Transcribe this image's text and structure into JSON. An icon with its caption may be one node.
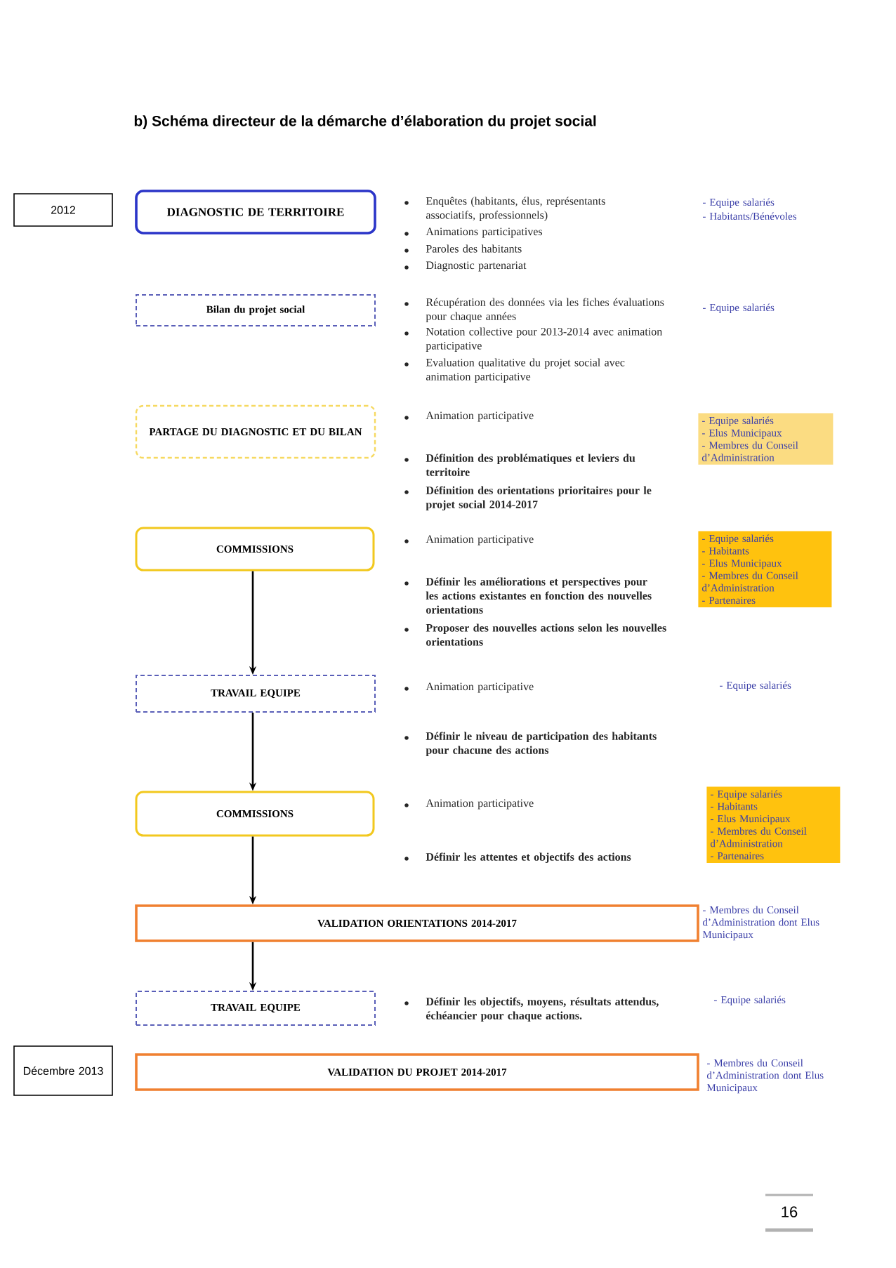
{
  "diagram": {
    "title": "b)  Schéma directeur de la démarche d’élaboration du projet social",
    "nodes": [
      {
        "text": [
          "2012"
        ]
      },
      {
        "text": [
          "DIAGNOSTIC DE TERRITOIRE"
        ],
        "beside": [
          "Enquêtes (habitants, élus, représentants associatifs, professionnels)",
          "Animations participatives",
          "Paroles des habitants",
          "Diagnostic partenariat"
        ]
      },
      {
        "text": [
          "Bilan du projet social"
        ],
        "beside": [
          "Récupération des données via les fiches évaluations pour chaque années",
          "Notation collective pour 2013-2014 avec animation participative",
          "Evaluation qualitative du projet social avec animation participative"
        ]
      },
      {
        "text": [
          "PARTAGE DU DIAGNOSTIC ET DU BILAN"
        ],
        "beside": [
          "Animation participative",
          "Définition des problématiques et leviers du territoire",
          "Définition des orientations prioritaires pour le projet social 2014-2017"
        ]
      },
      {
        "text": [
          "- Equipe salariés",
          "- Elus Municipaux",
          "- Membres du Conseil d’Administration"
        ]
      },
      {
        "text": [
          "COMMISSIONS"
        ],
        "beside": [
          "Animation participative",
          "Définir les améliorations et perspectives pour les actions existantes en fonction des nouvelles orientations",
          "Proposer des nouvelles actions selon les nouvelles orientations"
        ]
      },
      {
        "text": [
          "- Equipe salariés",
          "- Habitants",
          "- Elus Municipaux",
          "- Membres du Conseil d’Administration",
          "- Partenaires"
        ]
      },
      {
        "text": [
          "TRAVAIL EQUIPE"
        ],
        "beside": [
          "Animation participative",
          "Définir le niveau de participation des habitants pour chacune des actions"
        ]
      },
      {
        "text": [
          "COMMISSIONS"
        ],
        "beside": [
          "Animation participative",
          "Définir les attentes et objectifs des actions"
        ]
      },
      {
        "text": [
          "- Equipe salariés",
          "- Habitants",
          "- Elus Municipaux",
          "- Membres du Conseil d’Administration",
          "- Partenaires"
        ]
      },
      {
        "text": [
          "VALIDATION ORIENTATIONS 2014-2017"
        ]
      },
      {
        "text": [
          "TRAVAIL EQUIPE"
        ]
      },
      {
        "text": [
          "Décembre 2013"
        ]
      },
      {
        "text": [
          "VALIDATION DU PROJET 2014-2017"
        ]
      }
    ],
    "edges": [
      {
        "from": 5,
        "to": 7,
        "arrow": "to"
      },
      {
        "from": 7,
        "to": 8,
        "arrow": "to"
      },
      {
        "from": 8,
        "to": 10,
        "arrow": "to"
      },
      {
        "from": 10,
        "to": 11,
        "arrow": "to"
      }
    ],
    "labels": [
      "- Equipe salariés",
      "- Habitants/Bénévoles",
      "- Equipe salariés",
      "- Equipe salariés",
      "- Membres du Conseil d’Administration dont Elus Municipaux",
      "Définir les objectifs, moyens, résultats attendus, échéancier pour chaque actions.",
      "- Equipe salariés",
      "- Membres du Conseil d’Administration dont Elus Municipaux",
      "16"
    ]
  }
}
